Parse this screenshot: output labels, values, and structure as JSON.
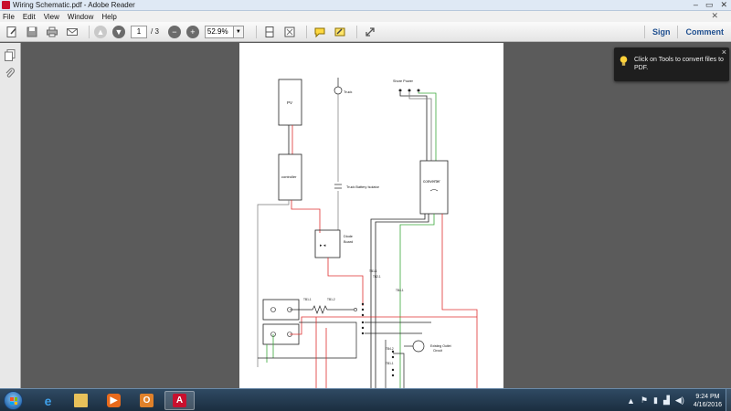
{
  "window": {
    "title": "Wiring Schematic.pdf - Adobe Reader"
  },
  "menu": [
    "File",
    "Edit",
    "View",
    "Window",
    "Help"
  ],
  "toolbar": {
    "page_current": "1",
    "page_total": "/ 3",
    "zoom": "52.9%",
    "sign_label": "Sign",
    "comment_label": "Comment"
  },
  "tooltip": {
    "message": "Click on Tools to convert files to PDF."
  },
  "document": {
    "labels": {
      "pv": "PV",
      "truck": "Truck",
      "shore_power": "Shore Power",
      "controller": "controller",
      "truck_battery_isolator": "Truck Battery Isolator",
      "converter": "converter",
      "diode": "Diode",
      "board": "Board",
      "tb1": "TB1-1",
      "tb2": "TB2-1",
      "tb3": "TB4-1",
      "tb4": "TB4-2",
      "tb5": "TB1-1",
      "tb6": "TB1-1",
      "tb7": "TB1-2",
      "existing": "Existing Outlet",
      "circuit": "Circuit"
    }
  },
  "taskbar": {
    "time": "9:24 PM",
    "date": "4/16/2016"
  },
  "colors": {
    "wire_red": "#e03030",
    "wire_green": "#3aa83a",
    "wire_black": "#222222",
    "wire_gray": "#777777"
  }
}
